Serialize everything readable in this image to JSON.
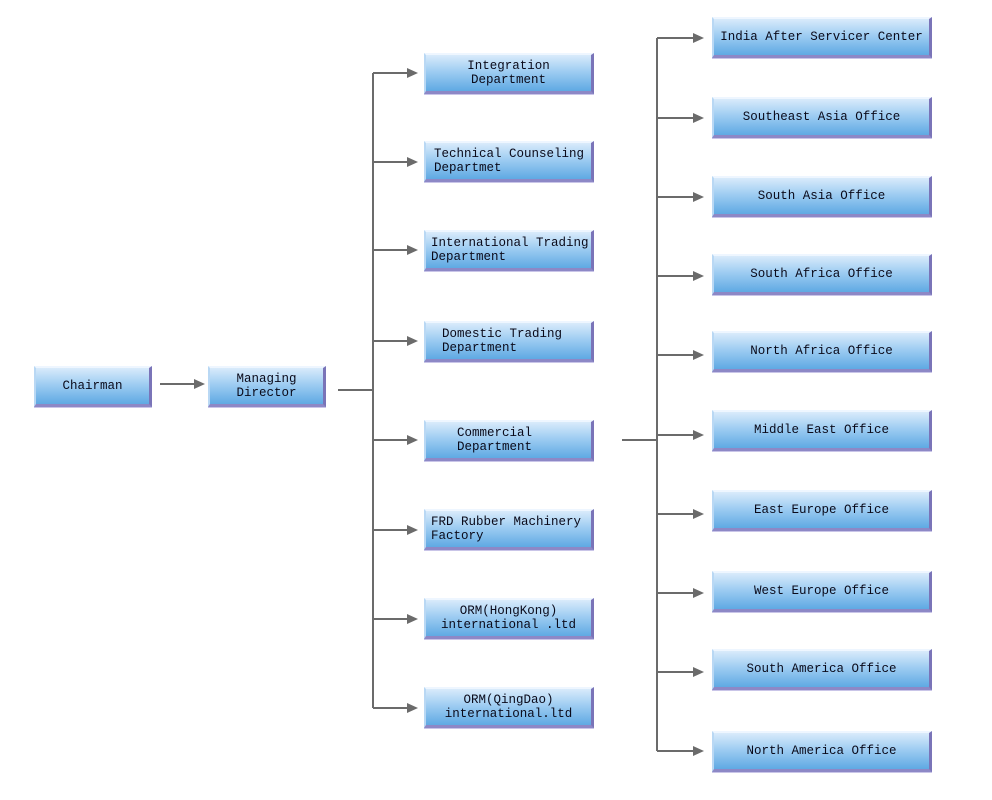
{
  "chairman": "Chairman",
  "managing_director": "Managing\nDirector",
  "departments": [
    "Integration\nDepartment",
    "Technical Counseling\nDepartmet",
    "International Trading\nDepartment",
    "Domestic Trading\nDepartment",
    "Commercial\nDepartment",
    "FRD Rubber Machinery\nFactory",
    "ORM(HongKong)\ninternational .ltd",
    "ORM(QingDao)\ninternational.ltd"
  ],
  "offices": [
    "India After Servicer Center",
    "Southeast Asia Office",
    "South Asia Office",
    "South Africa Office",
    "North Africa Office",
    "Middle East Office",
    "East Europe Office",
    "West Europe Office",
    "South America Office",
    "North America Office"
  ],
  "colors": {
    "connector": "#6b6b6b",
    "box_top": "#d9ebfb",
    "box_bottom": "#5fa9e3",
    "box_border": "#8d88c6"
  }
}
